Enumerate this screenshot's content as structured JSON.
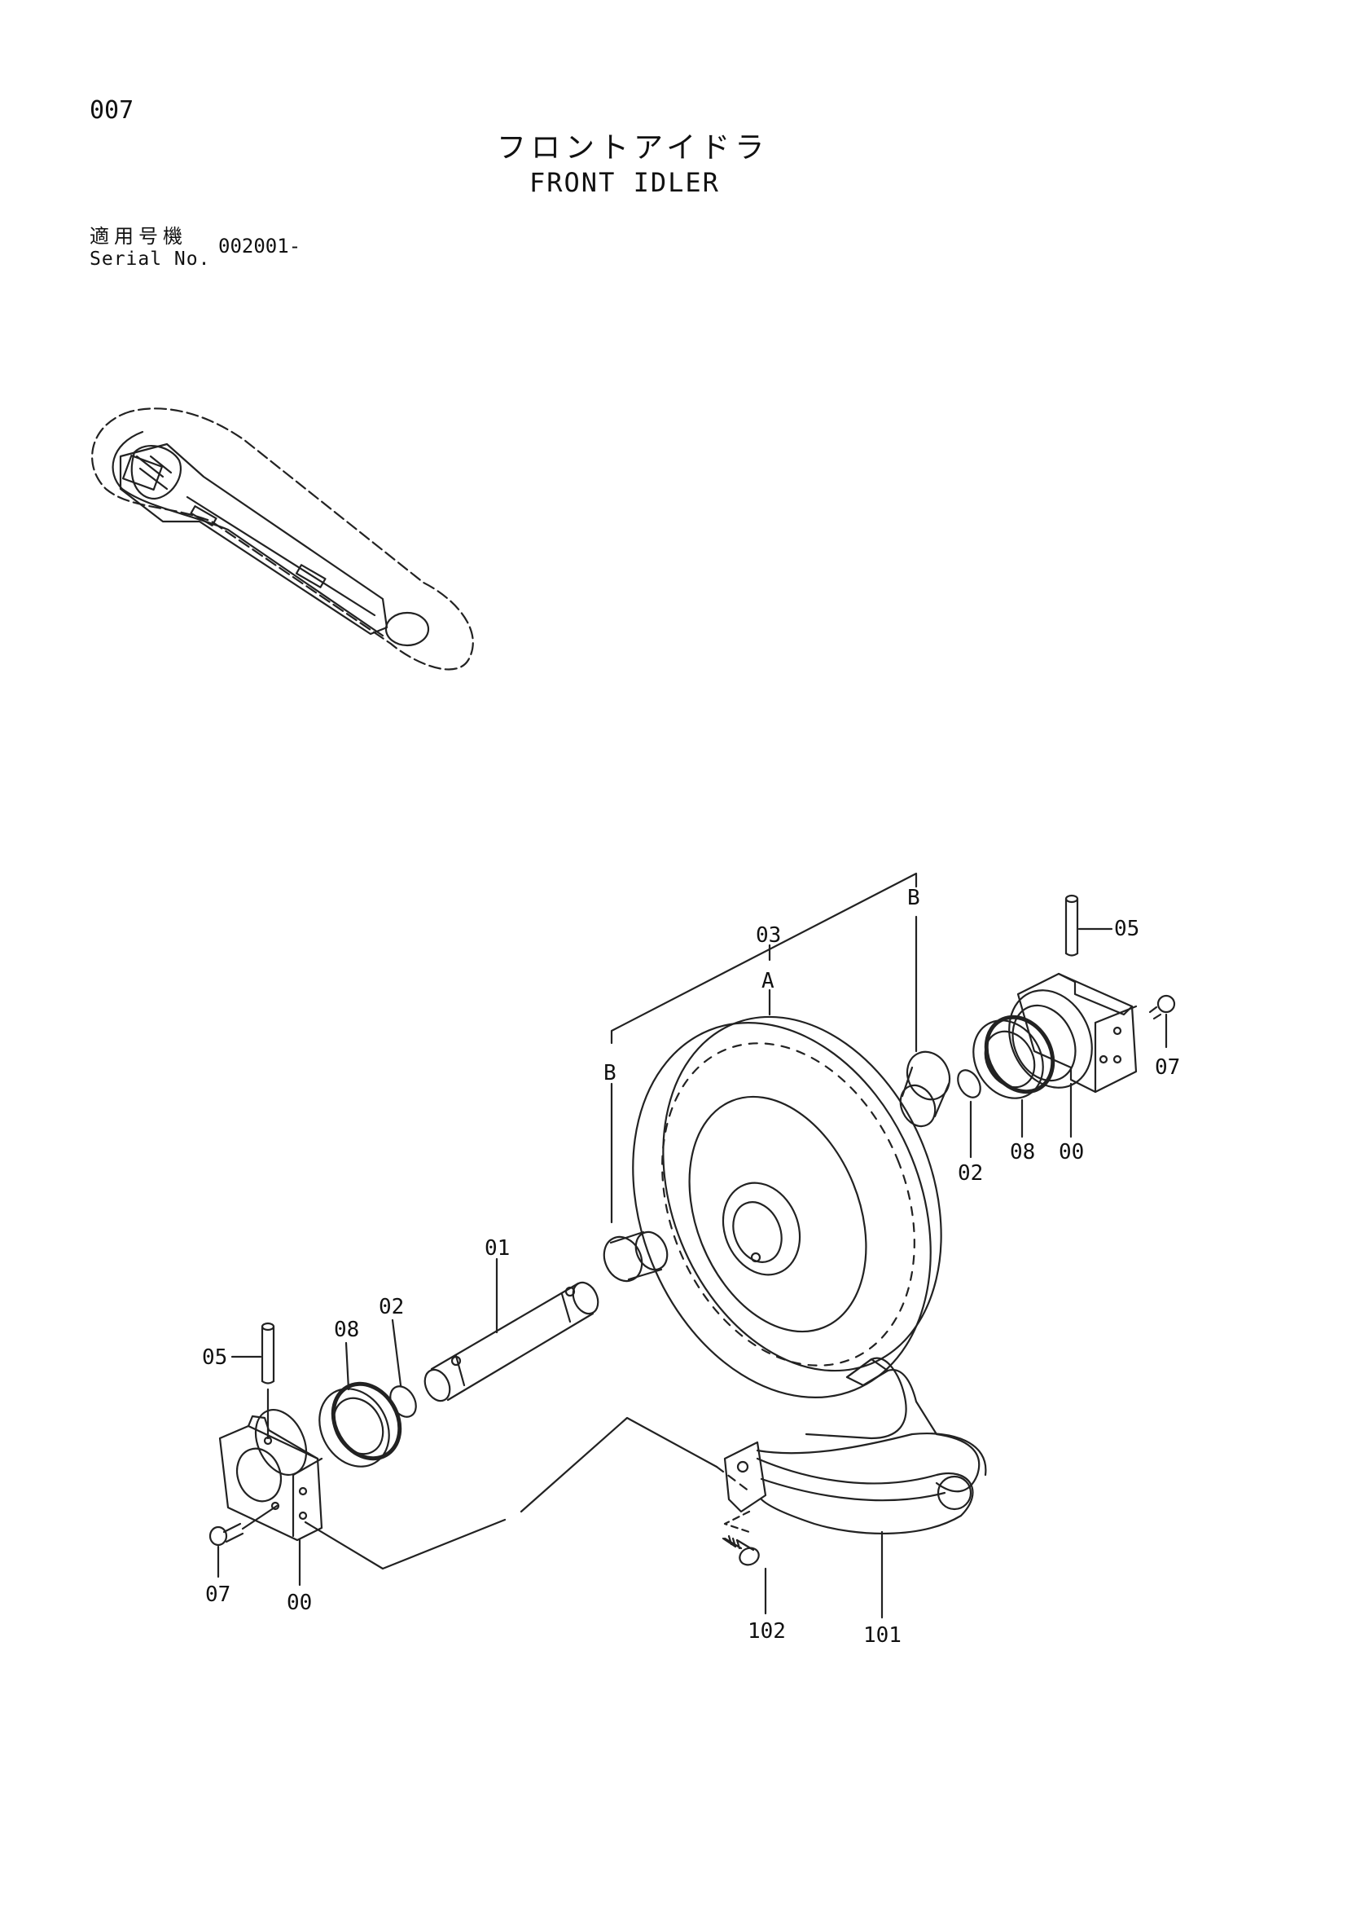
{
  "header": {
    "page_number": "007",
    "title_jp": "フロントアイドラ",
    "title_en": "FRONT IDLER",
    "serial_label_jp": "適用号機",
    "serial_label_en": "Serial No.",
    "serial_value": "002001-"
  },
  "callouts": {
    "c03": "03",
    "cA": "A",
    "cB_left": "B",
    "cB_right": "B",
    "c05_right": "05",
    "c07_right": "07",
    "c02_right": "02",
    "c08_right": "08",
    "c00_right": "00",
    "c01": "01",
    "c02_left": "02",
    "c08_left": "08",
    "c05_left": "05",
    "c07_left": "07",
    "c00_left": "00",
    "c102": "102",
    "c101": "101"
  }
}
